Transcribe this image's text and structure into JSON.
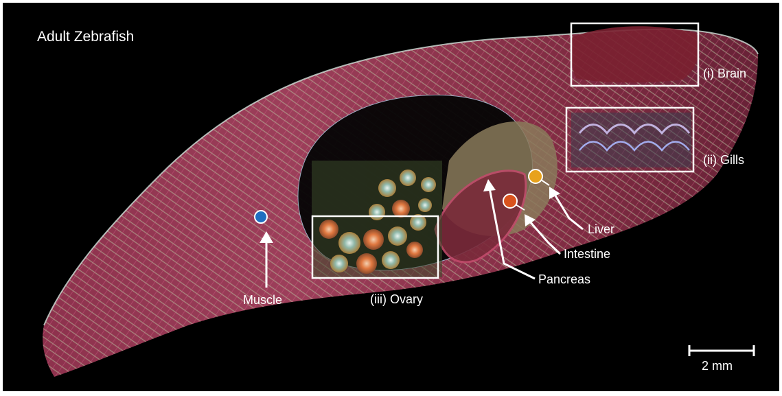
{
  "figure": {
    "title": "Adult Zebrafish",
    "regions": {
      "brain": "(i) Brain",
      "gills": "(ii) Gills",
      "ovary": "(iii) Ovary"
    },
    "tissues": {
      "muscle": "Muscle",
      "liver": "Liver",
      "intestine": "Intestine",
      "pancreas": "Pancreas"
    },
    "marker_colors": {
      "muscle": "#1f6fc0",
      "liver": "#e8a21c",
      "intestine": "#d9531e"
    },
    "scale_bar": "2 mm",
    "background": "#000000"
  }
}
